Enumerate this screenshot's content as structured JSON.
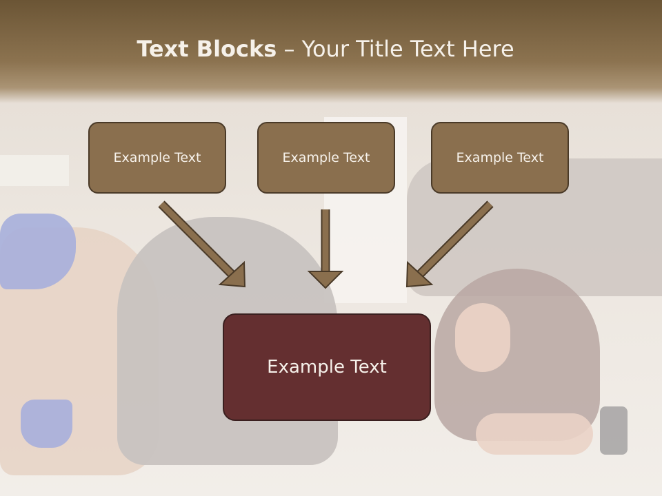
{
  "slide": {
    "title_bold": "Text Blocks",
    "title_dash": " – ",
    "title_rest": "Your Title Text Here"
  },
  "blocks": {
    "top": [
      "Example Text",
      "Example Text",
      "Example Text"
    ],
    "bottom": "Example Text"
  },
  "colors": {
    "header": "#8c7350",
    "box_small": "#8a6f4e",
    "box_big": "#642f30",
    "arrow": "#8a6f4e",
    "text": "#f6f1ea"
  },
  "icons": {
    "arrow": "arrow-icon"
  }
}
